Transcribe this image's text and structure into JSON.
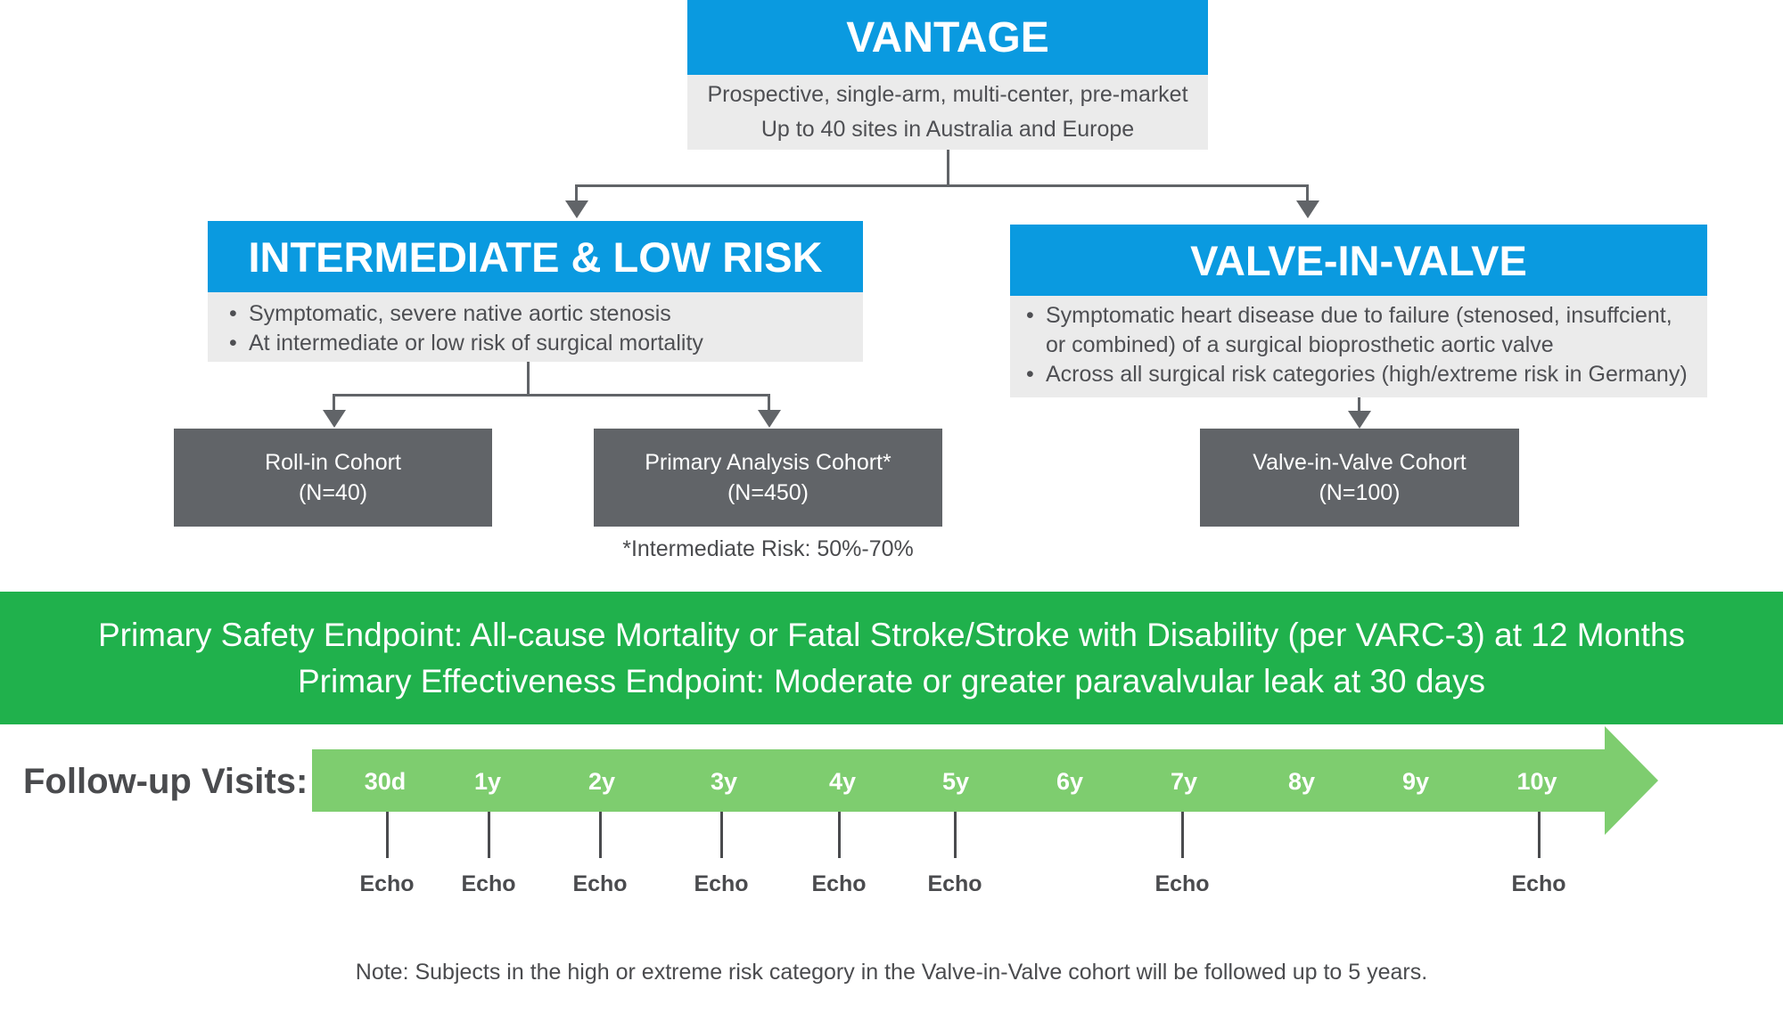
{
  "study": {
    "title": "VANTAGE",
    "lines": [
      "Prospective, single-arm, multi-center, pre-market",
      "Up to 40 sites in Australia and Europe"
    ]
  },
  "arm_left": {
    "title": "INTERMEDIATE & LOW RISK",
    "bullets": [
      "Symptomatic, severe native aortic stenosis",
      "At intermediate or low risk of surgical mortality"
    ]
  },
  "arm_right": {
    "title": "VALVE-IN-VALVE",
    "bullets": [
      "Symptomatic heart disease due to failure (stenosed, insuffcient, or combined) of a surgical bioprosthetic aortic valve",
      "Across all surgical risk categories (high/extreme risk in Germany)"
    ]
  },
  "cohorts": {
    "roll_in": {
      "name": "Roll-in Cohort",
      "n": "(N=40)"
    },
    "primary": {
      "name": "Primary Analysis Cohort*",
      "n": "(N=450)",
      "footnote": "*Intermediate Risk: 50%-70%"
    },
    "viv": {
      "name": "Valve-in-Valve Cohort",
      "n": "(N=100)"
    }
  },
  "endpoints": {
    "safety": "Primary Safety Endpoint: All-cause Mortality or Fatal Stroke/Stroke with Disability (per VARC-3) at 12 Months",
    "effectiveness": "Primary Effectiveness Endpoint: Moderate or greater paravalvular leak at 30 days"
  },
  "follow_up": {
    "label": "Follow-up Visits:",
    "visits": [
      "30d",
      "1y",
      "2y",
      "3y",
      "4y",
      "5y",
      "6y",
      "7y",
      "8y",
      "9y",
      "10y"
    ],
    "echo_label": "Echo",
    "echo_at": [
      "30d",
      "1y",
      "2y",
      "3y",
      "4y",
      "5y",
      "7y",
      "10y"
    ]
  },
  "note": "Note: Subjects in the high or extreme risk category in the Valve-in-Valve cohort will be followed up to 5 years.",
  "colors": {
    "blue_header": "#0a9ae0",
    "grey_panel": "#ebebeb",
    "cohort_box": "#616468",
    "endpoint_band": "#20b14c",
    "timeline_arrow": "#7ecd6f",
    "text": "#4a4b4e"
  }
}
